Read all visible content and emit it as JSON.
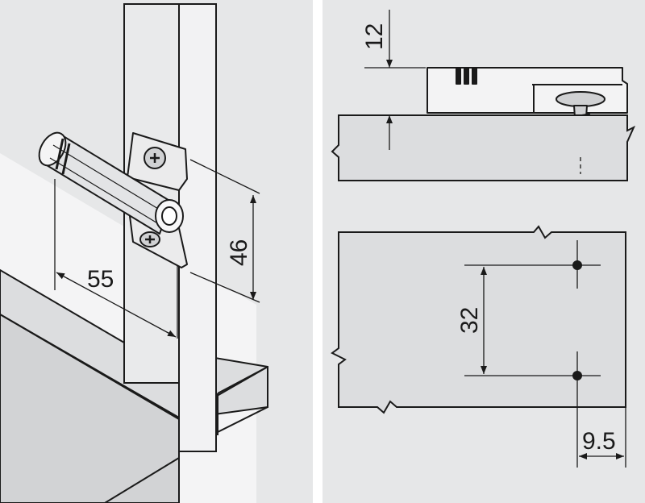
{
  "colors": {
    "background": "#ffffff",
    "panel": "#e6e7e8",
    "part": "#d7d8da",
    "part_light": "#f2f2f3",
    "stroke": "#1a1a1a"
  },
  "left_panel": {
    "dims": {
      "depth": "55",
      "height": "46"
    }
  },
  "right_panel": {
    "dims": {
      "offset": "12",
      "spacing": "32",
      "edge": "9.5"
    }
  }
}
